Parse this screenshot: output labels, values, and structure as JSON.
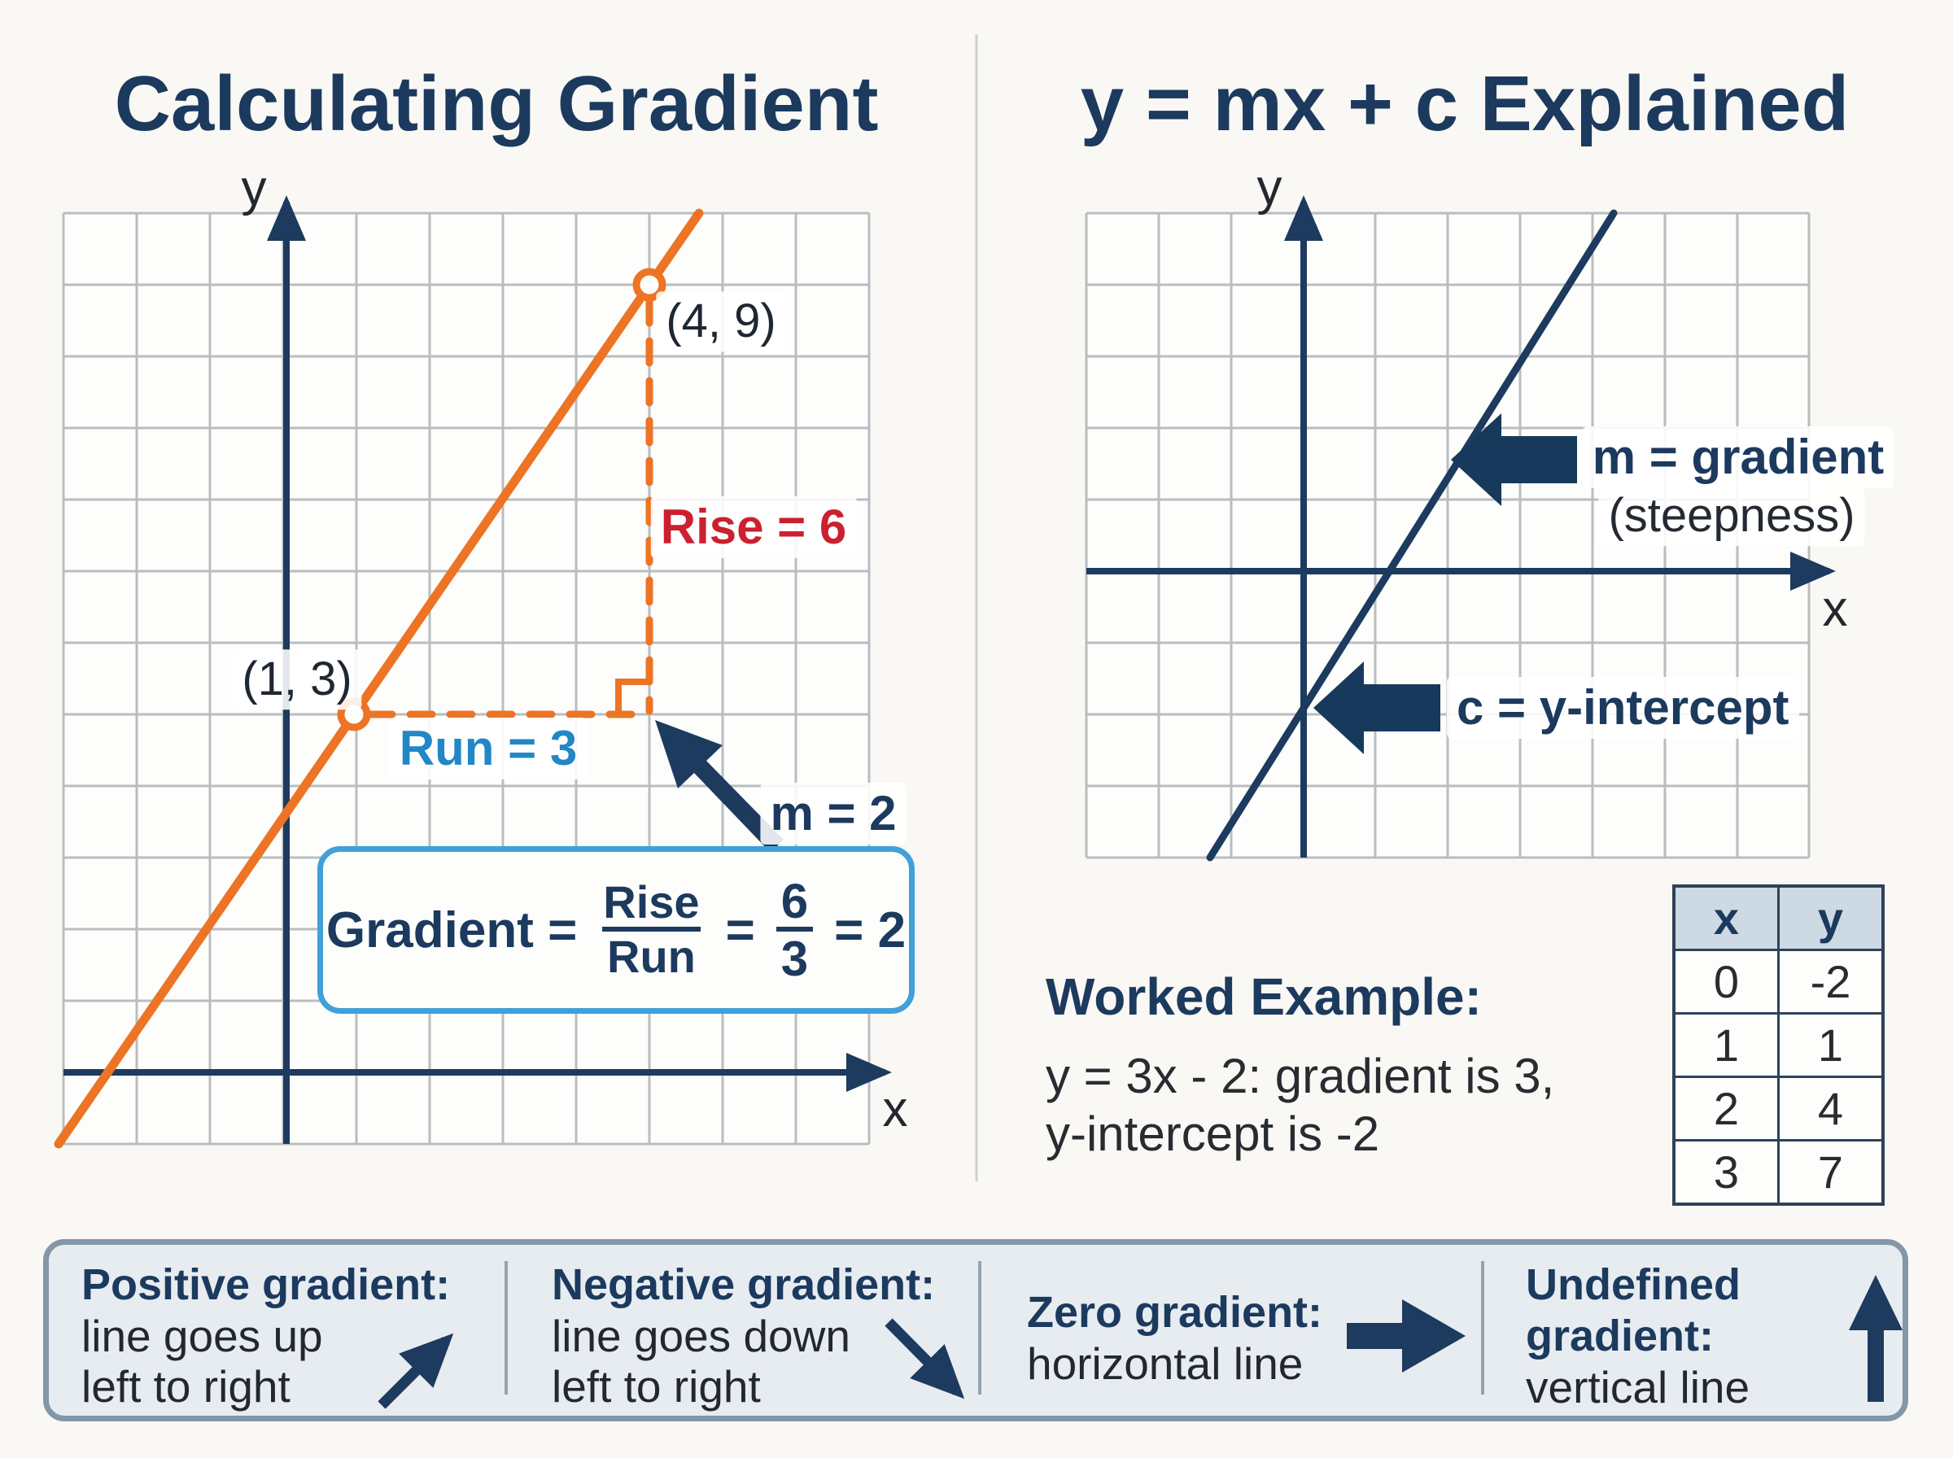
{
  "titles": {
    "left": "Calculating Gradient",
    "right": "y = mx + c Explained"
  },
  "left_graph": {
    "y_axis_label": "y",
    "x_axis_label": "x",
    "point_upper_label": "(4, 9)",
    "point_lower_label": "(1, 3)",
    "rise_label": "Rise = 6",
    "run_label": "Run = 3",
    "slope_label": "m = 2",
    "line_color": "#ec7424",
    "rise_color": "#cb2030",
    "run_color": "#2187c6",
    "formula": {
      "lhs": "Gradient =",
      "num1": "Rise",
      "den1": "Run",
      "eq": "=",
      "num2": "6",
      "den2": "3",
      "result": "= 2"
    }
  },
  "right_graph": {
    "y_axis_label": "y",
    "x_axis_label": "x",
    "gradient_callout": "m = gradient",
    "gradient_sub": "(steepness)",
    "intercept_callout": "c = y-intercept",
    "line_color": "#1d3a5f"
  },
  "worked_example": {
    "heading": "Worked Example:",
    "line1": "y = 3x - 2: gradient is 3,",
    "line2": "y-intercept is -2"
  },
  "value_table": {
    "headers": [
      "x",
      "y"
    ],
    "rows": [
      [
        "0",
        "-2"
      ],
      [
        "1",
        "1"
      ],
      [
        "2",
        "4"
      ],
      [
        "3",
        "7"
      ]
    ]
  },
  "legend": {
    "items": [
      {
        "heading": "Positive gradient:",
        "line1": "line goes up",
        "line2": "left to right",
        "icon": "arrow-up-right"
      },
      {
        "heading": "Negative gradient:",
        "line1": "line goes down",
        "line2": "left to right",
        "icon": "arrow-down-right"
      },
      {
        "heading": "Zero gradient:",
        "line1": "horizontal line",
        "line2": "",
        "icon": "arrow-right"
      },
      {
        "heading": "Undefined gradient:",
        "line1": "vertical line",
        "line2": "",
        "icon": "arrow-up"
      }
    ]
  },
  "colors": {
    "navy": "#1c3a5e",
    "orange": "#ec7424",
    "red": "#cb2030",
    "blue": "#2187c6",
    "box_border": "#41a0d8",
    "grid": "#b9bdc2",
    "bar_fill": "#e7ecf1",
    "bar_border": "#8496a9",
    "table_header_fill": "#cdd9e3"
  }
}
